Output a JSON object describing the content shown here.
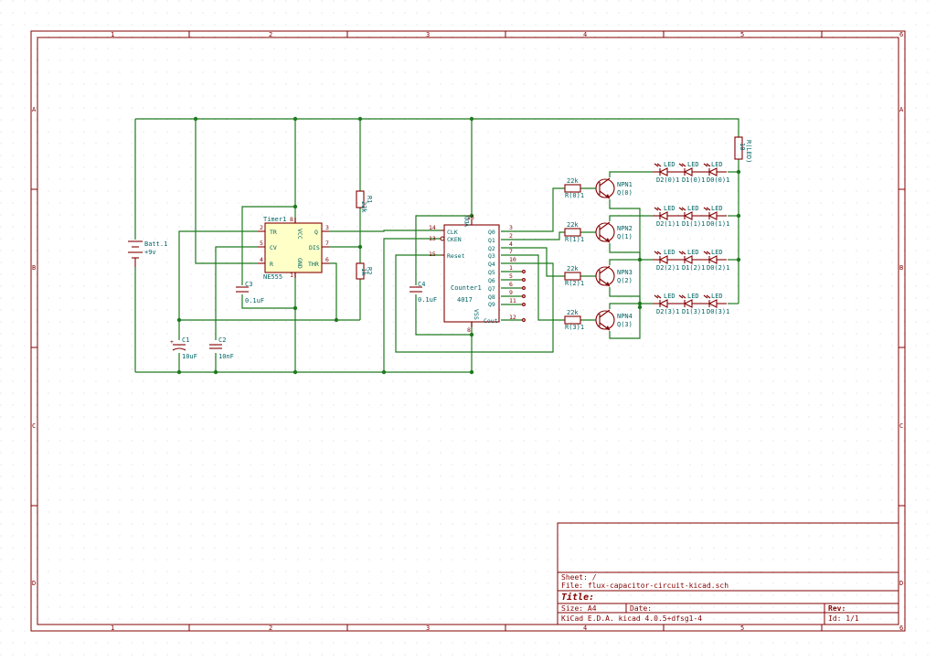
{
  "frame": {
    "columns": [
      "1",
      "2",
      "3",
      "4",
      "5",
      "6"
    ],
    "rows": [
      "A",
      "B",
      "C",
      "D"
    ]
  },
  "title_block": {
    "sheet": "Sheet: /",
    "file": "File: flux-capacitor-circuit-kicad.sch",
    "title": "Title:",
    "size": "Size: A4",
    "date": "Date:",
    "rev": "Rev:",
    "tool": "KiCad E.D.A.  kicad 4.0.5+dfsg1-4",
    "id": "Id: 1/1"
  },
  "battery": {
    "ref": "Batt.1",
    "value": "+9v"
  },
  "c1": {
    "ref": "C1",
    "value": "10uF"
  },
  "c2": {
    "ref": "C2",
    "value": "10nF"
  },
  "c3": {
    "ref": "C3",
    "value": "0.1uF"
  },
  "c4": {
    "ref": "C4",
    "value": "0.1uF"
  },
  "r1": {
    "ref": "R1",
    "value": "22k"
  },
  "r2": {
    "ref": "R2",
    "value": "1k"
  },
  "r_led": {
    "ref": "R(LED)",
    "value": "10"
  },
  "timer": {
    "ref": "Timer1",
    "value": "NE555",
    "pins": {
      "tr": "TR",
      "cv": "CV",
      "r": "R",
      "q": "Q",
      "dis": "DIS",
      "thr": "THR",
      "vcc": "VCC",
      "gnd": "GND"
    },
    "pin_numbers": {
      "tr": "2",
      "cv": "5",
      "r": "4",
      "q": "3",
      "dis": "7",
      "thr": "6",
      "vcc": "8",
      "gnd": "1"
    }
  },
  "counter": {
    "ref": "Counter1",
    "value": "4017",
    "pins": {
      "clk": "CLK",
      "cken": "CKEN",
      "reset": "Reset",
      "vdd": "VDD",
      "vss": "VSS",
      "cout": "Cout",
      "outputs": [
        "Q0",
        "Q1",
        "Q2",
        "Q3",
        "Q4",
        "Q5",
        "Q6",
        "Q7",
        "Q8",
        "Q9"
      ]
    },
    "pin_numbers": {
      "clk": "14",
      "cken": "13",
      "reset": "15",
      "vdd": "16",
      "vss": "8",
      "cout": "12",
      "outputs": [
        "3",
        "2",
        "4",
        "7",
        "10",
        "1",
        "5",
        "6",
        "9",
        "11"
      ]
    }
  },
  "transistors": [
    {
      "type": "NPN1",
      "ref": "Q(0)",
      "resistor_value": "22k",
      "resistor_ref": "R(0)1"
    },
    {
      "type": "NPN2",
      "ref": "Q(1)",
      "resistor_value": "22k",
      "resistor_ref": "R(1)1"
    },
    {
      "type": "NPN3",
      "ref": "Q(2)",
      "resistor_value": "22k",
      "resistor_ref": "R(2)1"
    },
    {
      "type": "NPN4",
      "ref": "Q(3)",
      "resistor_value": "22k",
      "resistor_ref": "R(3)1"
    }
  ],
  "led_rows": [
    {
      "label": "LED",
      "refs": [
        "D2(0)1",
        "D1(0)1",
        "D0(0)1"
      ]
    },
    {
      "label": "LED",
      "refs": [
        "D2(1)1",
        "D1(1)1",
        "D0(1)1"
      ]
    },
    {
      "label": "LED",
      "refs": [
        "D2(2)1",
        "D1(2)1",
        "D0(2)1"
      ]
    },
    {
      "label": "LED",
      "refs": [
        "D2(3)1",
        "D1(3)1",
        "D0(3)1"
      ]
    }
  ],
  "colors": {
    "frame": "#840000",
    "wire": "#1f7a1f",
    "label": "#006464",
    "chip_fill": "#ffffc8"
  }
}
